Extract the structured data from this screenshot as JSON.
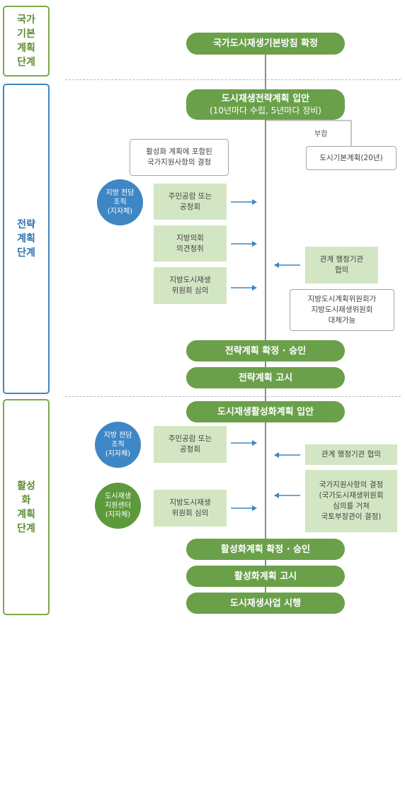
{
  "phases": [
    {
      "label": "국가\n기본\n계획\n단계",
      "color": "#7aaa4a"
    },
    {
      "label": "전략\n계획\n단계",
      "color": "#3f86c5"
    },
    {
      "label": "활성화\n계획\n단계",
      "color": "#7aaa4a"
    }
  ],
  "national": {
    "pill": "국가도시재생기본방침 확정"
  },
  "strategic": {
    "start_title": "도시재생전략계획 입안",
    "start_sub": "(10년마다 수립, 5년마다 정비)",
    "conform_label": "부합",
    "basic_plan_box": "도시기본계획(20년)",
    "note_box": "활성화 계획에 포함된\n국가지원사항의 결정",
    "org_circle": "지방 전담\n조직\n(지자체)",
    "steps": [
      "주민공람 또는\n공청회",
      "지방의회\n의견청취",
      "지방도시재생\n위원회 심의"
    ],
    "agency_box": "관계 행정기관\n협의",
    "committee_box": "지방도시계획위원회가\n지방도시재생위원회\n대체가능",
    "confirm_pill": "전략계획 확정 · 승인",
    "notice_pill": "전략계획 고시"
  },
  "activation": {
    "start_pill": "도시재생활성화계획 입안",
    "org_circle": "지방 전담\n조직\n(지자체)",
    "center_circle": "도시재생\n지원센터\n(지자체)",
    "steps": [
      "주민공람 또는\n공청회",
      "지방도시재생\n위원회 심의"
    ],
    "agency_box": "관계 행정기관 협의",
    "national_support_box": "국가지원사항의 결정\n(국가도시재생위원회\n심의를 거쳐\n국토부장관이 결정)",
    "confirm_pill": "활성화계획 확정 · 승인",
    "notice_pill": "활성화계획 고시",
    "final_pill": "도시재생사업 시행"
  },
  "colors": {
    "pill_green": "#6aa04a",
    "step_green": "#d3e6c3",
    "phase_green": "#7aaa4a",
    "phase_blue": "#3f86c5",
    "circle_blue": "#3f86c5",
    "circle_green": "#5d9a3d",
    "arrow_blue": "#3f86c5"
  }
}
